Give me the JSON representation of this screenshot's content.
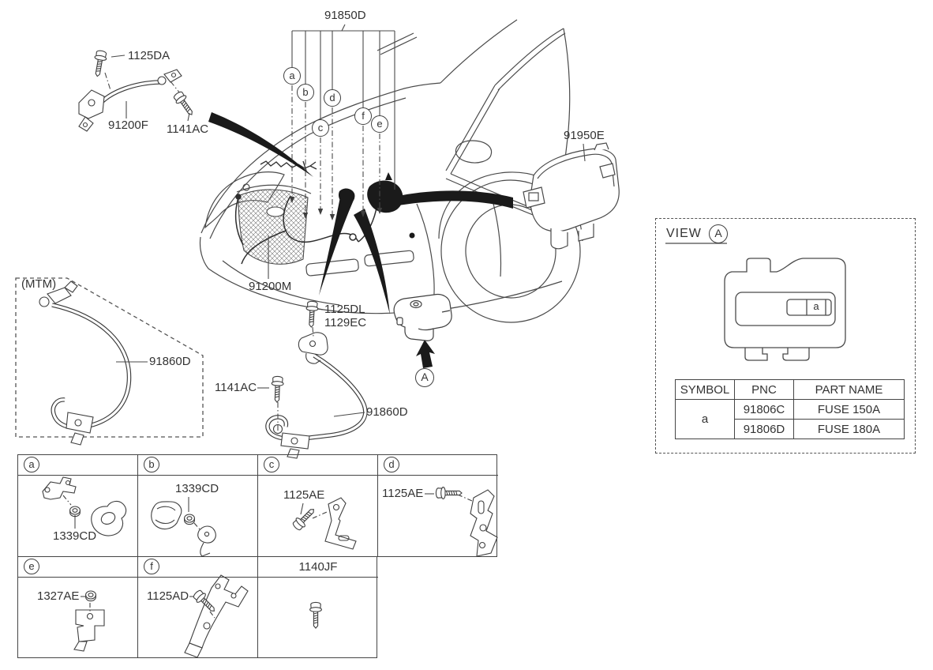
{
  "palette": {
    "ink": "#333333",
    "line": "#4a4a4a",
    "black_fill": "#1a1a1a",
    "bg": "#ffffff"
  },
  "main": {
    "harness_top": {
      "part": "91850D",
      "callouts": [
        "a",
        "b",
        "c",
        "d",
        "f",
        "e"
      ]
    },
    "labels": {
      "bolt_top_left": "1125DA",
      "cable_top_left": "91200F",
      "bolt_top_left2": "1141AC",
      "cover": "91950E",
      "harness_front": "91200M",
      "bolt_mid": "1125DL",
      "bolt_mid2": "1129EC",
      "mtm": "(MTM)",
      "cable_mtm": "91860D",
      "bolt_mid3": "1141AC",
      "cable_mid": "91860D",
      "view_arrow": "A"
    }
  },
  "view_panel": {
    "title": "VIEW",
    "letter": "A",
    "fuse_symbol": "a",
    "table": {
      "headers": [
        "SYMBOL",
        "PNC",
        "PART NAME"
      ],
      "symbol_value": "a",
      "rows": [
        {
          "pnc": "91806C",
          "part_name": "FUSE 150A"
        },
        {
          "pnc": "91806D",
          "part_name": "FUSE 180A"
        }
      ]
    }
  },
  "grid": {
    "cells": [
      {
        "letter": "a",
        "part": "1339CD"
      },
      {
        "letter": "b",
        "part": "1339CD"
      },
      {
        "letter": "c",
        "part": "1125AE"
      },
      {
        "letter": "d",
        "part": "1125AE"
      },
      {
        "letter": "e",
        "part": "1327AE"
      },
      {
        "letter": "f",
        "part": "1125AD"
      },
      {
        "header": "1140JF"
      }
    ]
  }
}
